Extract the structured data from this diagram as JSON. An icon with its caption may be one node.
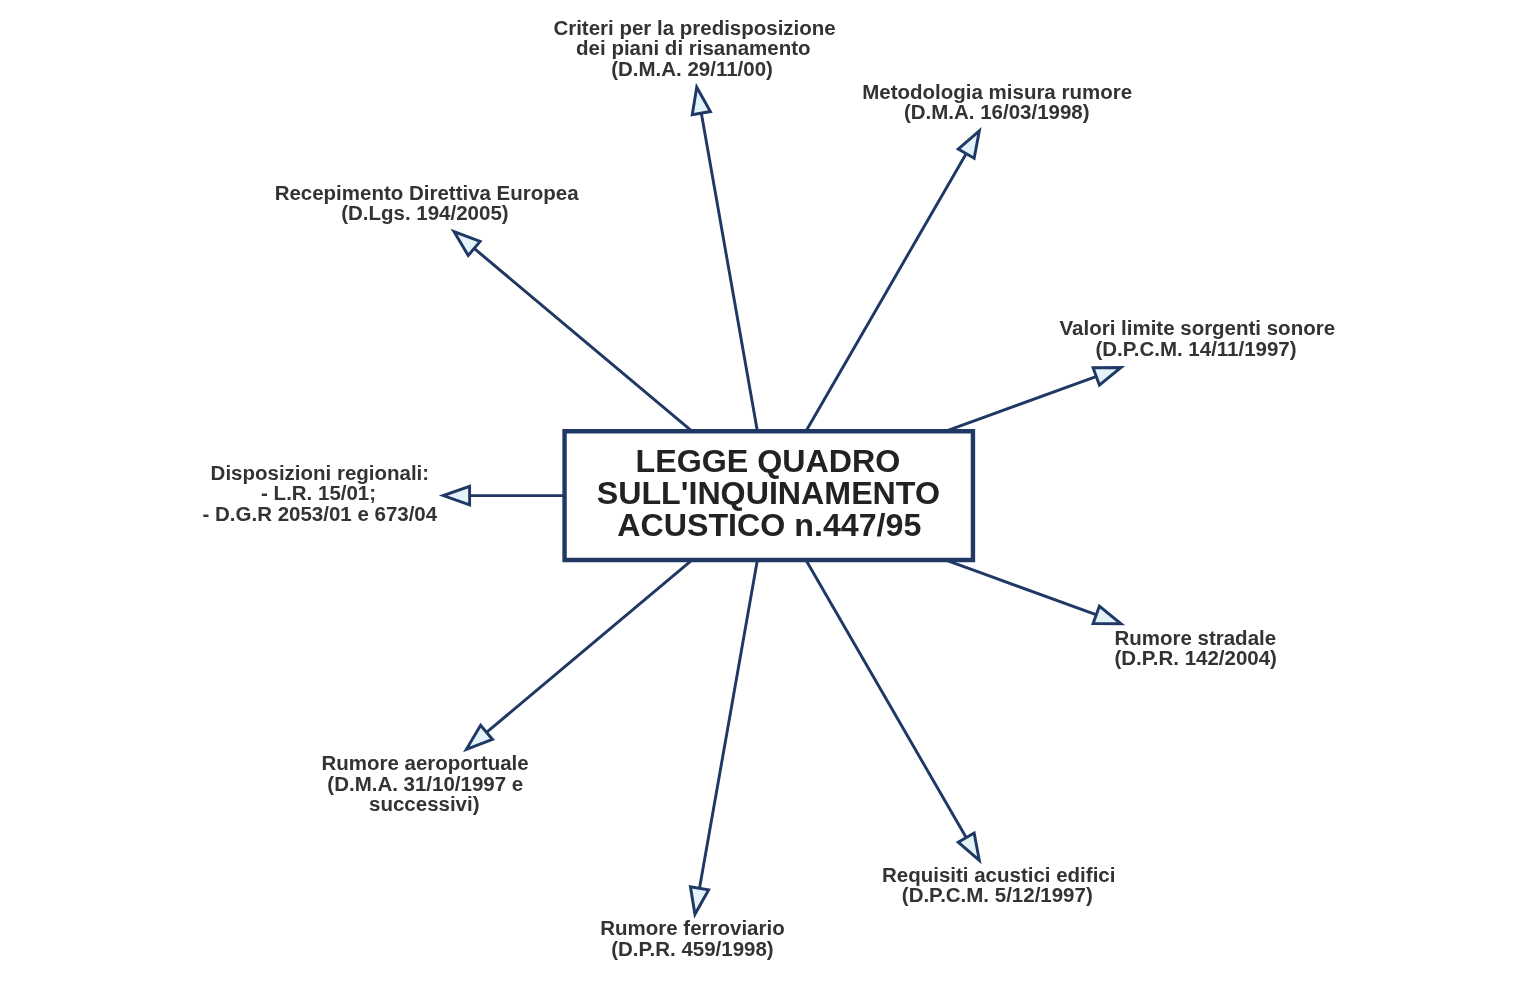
{
  "diagram": {
    "nodes": [
      {
        "text": [
          "LEGGE QUADRO SULL'INQUINAMENTO ACUSTICO n.447/95"
        ]
      },
      {
        "text": [
          "Valori limite sorgenti sonore",
          "(D.P.C.M. 14/11/1997)"
        ]
      },
      {
        "text": [
          "Metodologia misura rumore",
          "(D.M.A. 16/03/1998)"
        ]
      },
      {
        "text": [
          "Criteri per la predisposizione dei piani di risanamento",
          "(D.M.A. 29/11/00)"
        ]
      },
      {
        "text": [
          "Recepimento Direttiva Europea",
          "(D.Lgs. 194/2005)"
        ]
      },
      {
        "text": [
          "Disposizioni regionali:",
          "- L.R. 15/01;",
          "- D.G.R 2053/01 e 673/04"
        ]
      },
      {
        "text": [
          "Rumore aeroportuale",
          "(D.M.A. 31/10/1997 e successivi)"
        ]
      },
      {
        "text": [
          "Rumore ferroviario",
          "(D.P.R. 459/1998)"
        ]
      },
      {
        "text": [
          "Requisiti acustici edifici",
          "(D.P.C.M. 5/12/1997)"
        ]
      },
      {
        "text": [
          "Rumore stradale",
          "(D.P.R. 142/2004)"
        ]
      }
    ],
    "edges": [
      {
        "from": 0,
        "to": 1,
        "arrow": "to"
      },
      {
        "from": 0,
        "to": 2,
        "arrow": "to"
      },
      {
        "from": 0,
        "to": 3,
        "arrow": "to"
      },
      {
        "from": 0,
        "to": 5,
        "arrow": "to"
      },
      {
        "from": 0,
        "to": 9,
        "arrow": "to"
      },
      {
        "from": 0,
        "to": 8,
        "arrow": "to"
      },
      {
        "from": 0,
        "to": 7,
        "arrow": "to"
      },
      {
        "from": 0,
        "to": 6,
        "arrow": "to"
      },
      {
        "from": 0,
        "to": 4,
        "arrow": "to"
      }
    ]
  }
}
